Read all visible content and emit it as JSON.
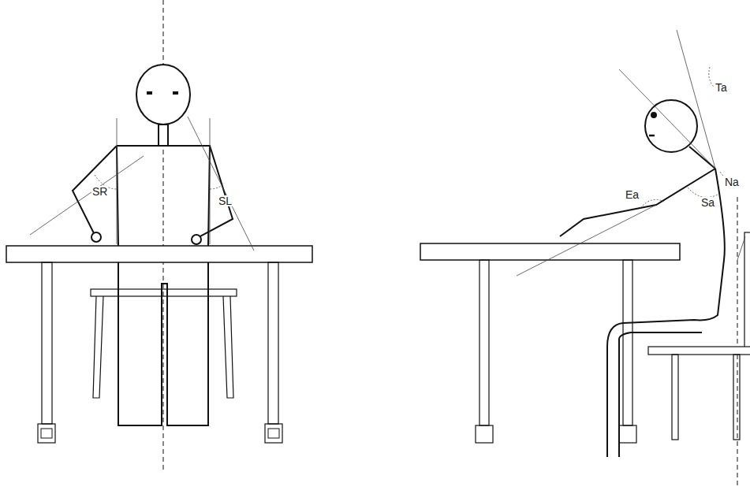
{
  "diagram": {
    "labels": [
      "SR",
      "SL",
      "Ta",
      "Na",
      "Sa",
      "Ea"
    ]
  }
}
